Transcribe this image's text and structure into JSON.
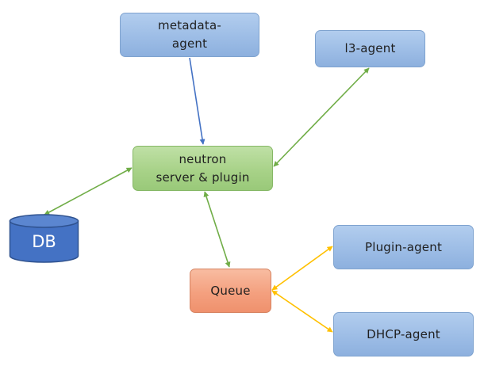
{
  "nodes": {
    "metadata_agent": {
      "line1": "metadata-",
      "line2": "agent"
    },
    "l3_agent": {
      "label": "l3-agent"
    },
    "neutron_server": {
      "line1": "neutron",
      "line2": "server & plugin"
    },
    "db": {
      "label": "DB"
    },
    "queue": {
      "label": "Queue"
    },
    "plugin_agent": {
      "label": "Plugin-agent"
    },
    "dhcp_agent": {
      "label": "DHCP-agent"
    }
  },
  "edges": [
    {
      "from": "metadata-agent",
      "to": "neutron-server",
      "direction": "one-way",
      "color": "#4472c4"
    },
    {
      "from": "l3-agent",
      "to": "neutron-server",
      "direction": "two-way",
      "color": "#70ad47"
    },
    {
      "from": "neutron-server",
      "to": "db",
      "direction": "two-way",
      "color": "#70ad47"
    },
    {
      "from": "neutron-server",
      "to": "queue",
      "direction": "two-way",
      "color": "#70ad47"
    },
    {
      "from": "queue",
      "to": "plugin-agent",
      "direction": "two-way",
      "color": "#ffc000"
    },
    {
      "from": "queue",
      "to": "dhcp-agent",
      "direction": "two-way",
      "color": "#ffc000"
    }
  ],
  "colors": {
    "agent_box": "#9dbde6",
    "server_box": "#a8d288",
    "queue_box": "#f4a07f",
    "db_cylinder": "#4472c4"
  }
}
